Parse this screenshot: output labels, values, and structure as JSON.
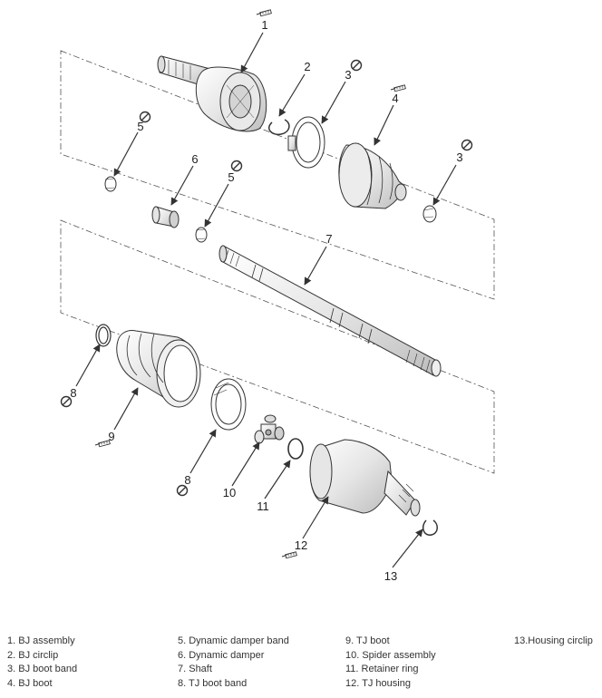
{
  "callouts": [
    "1",
    "2",
    "3",
    "4",
    "5",
    "6",
    "5",
    "3",
    "7",
    "8",
    "9",
    "8",
    "10",
    "11",
    "12",
    "13"
  ],
  "legend": {
    "col1": [
      "1. BJ assembly",
      "2. BJ circlip",
      "3. BJ boot band",
      "4. BJ boot"
    ],
    "col2": [
      "5. Dynamic damper band",
      "6. Dynamic damper",
      "7. Shaft",
      "8. TJ boot band"
    ],
    "col3": [
      "9. TJ boot",
      "10. Spider assembly",
      "11. Retainer ring",
      "12. TJ housing"
    ],
    "col4": [
      "13.Housing circlip"
    ]
  },
  "icons": {
    "no_reuse": "circle-slash-icon",
    "grease": "grease-tube-icon"
  },
  "colors": {
    "line": "#333333",
    "fill": "#f2f2f2",
    "shade": "#cfcfcf"
  }
}
